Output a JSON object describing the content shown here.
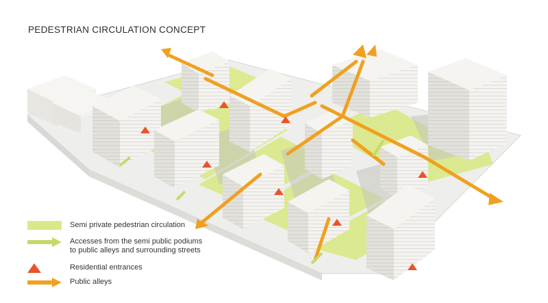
{
  "title": "PEDESTRIAN CIRCULATION CONCEPT",
  "colors": {
    "semi_private": "#d9e98a",
    "access_arrow": "#c7d86a",
    "entrance": "#e8542a",
    "public_alley": "#f0a020",
    "building": "#f2f1ee",
    "building_side": "#dedcd7",
    "ground": "#efefed",
    "shadow": "#bdbdb8"
  },
  "legend": [
    {
      "key": "semi_private",
      "label": "Semi private pedestrian circulation",
      "symbol": "rect-icon"
    },
    {
      "key": "access",
      "label": "Accesses from the semi public podiums",
      "label2": "to public alleys and surrounding streets",
      "symbol": "arrow-icon"
    },
    {
      "key": "entrance",
      "label": "Residential entrances",
      "symbol": "triangle-icon"
    },
    {
      "key": "public_alley",
      "label": "Public alleys",
      "symbol": "arrow-icon"
    }
  ]
}
